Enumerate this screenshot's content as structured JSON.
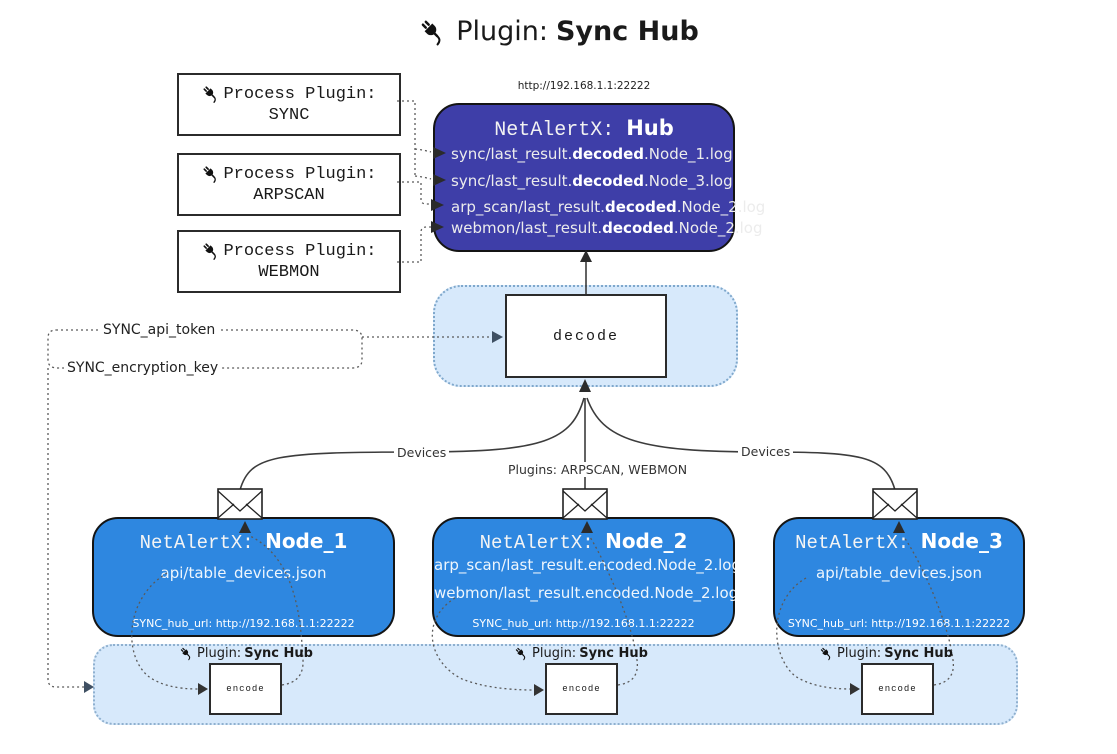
{
  "title": {
    "prefix": "Plugin:",
    "name": "Sync Hub"
  },
  "hub": {
    "url": "http://192.168.1.1:22222",
    "name_prefix": "NetAlertX:",
    "name": "Hub",
    "files": [
      {
        "pre": "sync/last_result.",
        "bold": "decoded",
        "post": ".Node_1.log"
      },
      {
        "pre": "sync/last_result.",
        "bold": "decoded",
        "post": ".Node_3.log"
      },
      {
        "pre": "arp_scan/last_result.",
        "bold": "decoded",
        "post": ".Node_2.log"
      },
      {
        "pre": "webmon/last_result.",
        "bold": "decoded",
        "post": ".Node_2.log"
      }
    ]
  },
  "process_plugins": [
    {
      "label": "Process Plugin:",
      "name": "SYNC"
    },
    {
      "label": "Process Plugin:",
      "name": "ARPSCAN"
    },
    {
      "label": "Process Plugin:",
      "name": "WEBMON"
    }
  ],
  "decode": {
    "label": "decode"
  },
  "settings": {
    "api_token": "SYNC_api_token",
    "encryption_key": "SYNC_encryption_key"
  },
  "edge_labels": {
    "left": "Devices",
    "middle": "Plugins: ARPSCAN, WEBMON",
    "right": "Devices"
  },
  "nodes": [
    {
      "name_prefix": "NetAlertX:",
      "name": "Node_1",
      "files": [
        "api/table_devices.json"
      ],
      "hub_url": "SYNC_hub_url: http://192.168.1.1:22222"
    },
    {
      "name_prefix": "NetAlertX:",
      "name": "Node_2",
      "files": [
        "arp_scan/last_result.encoded.Node_2.log",
        "webmon/last_result.encoded.Node_2.log"
      ],
      "hub_url": "SYNC_hub_url: http://192.168.1.1:22222"
    },
    {
      "name_prefix": "NetAlertX:",
      "name": "Node_3",
      "files": [
        "api/table_devices.json"
      ],
      "hub_url": "SYNC_hub_url: http://192.168.1.1:22222"
    }
  ],
  "encoders": [
    {
      "label_prefix": "Plugin:",
      "label_name": "Sync Hub",
      "box_label": "encode"
    },
    {
      "label_prefix": "Plugin:",
      "label_name": "Sync Hub",
      "box_label": "encode"
    },
    {
      "label_prefix": "Plugin:",
      "label_name": "Sync Hub",
      "box_label": "encode"
    }
  ],
  "colors": {
    "hub_fill": "#3e3ea8",
    "node_fill": "#2e87e0",
    "panel_fill": "#d7e9fb",
    "panel_border": "#7fa8cc"
  }
}
